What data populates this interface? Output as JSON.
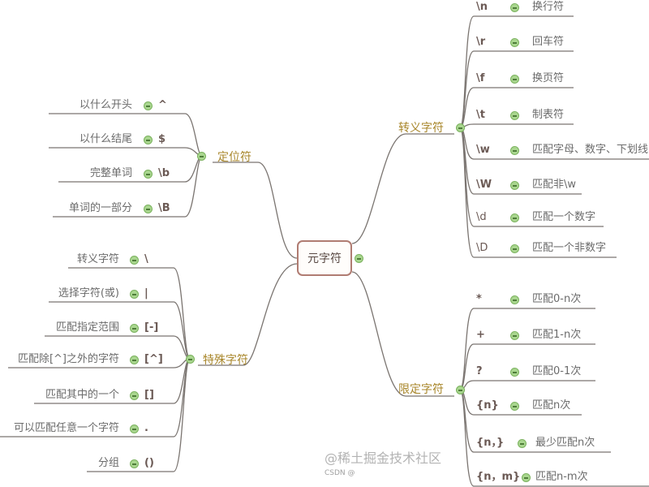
{
  "root": {
    "label": "元字符"
  },
  "branches": {
    "anchors": {
      "label": "定位符",
      "items": [
        {
          "key": "^",
          "label": "以什么开头"
        },
        {
          "key": "$",
          "label": "以什么结尾"
        },
        {
          "key": "\\b",
          "label": "完整单词"
        },
        {
          "key": "\\B",
          "label": "单词的一部分"
        }
      ]
    },
    "special": {
      "label": "特殊字符",
      "items": [
        {
          "key": "\\",
          "label": "转义字符"
        },
        {
          "key": "|",
          "label": "选择字符(或)"
        },
        {
          "key": "[-]",
          "label": "匹配指定范围"
        },
        {
          "key": "[^]",
          "label": "匹配除[^]之外的字符"
        },
        {
          "key": "[]",
          "label": "匹配其中的一个"
        },
        {
          "key": ".",
          "label": "可以匹配任意一个字符"
        },
        {
          "key": "()",
          "label": "分组"
        }
      ]
    },
    "escape": {
      "label": "转义字符",
      "items": [
        {
          "key": "\\n",
          "label": "换行符"
        },
        {
          "key": "\\r",
          "label": "回车符"
        },
        {
          "key": "\\f",
          "label": "换页符"
        },
        {
          "key": "\\t",
          "label": "制表符"
        },
        {
          "key": "\\w",
          "label": "匹配字母、数字、下划线"
        },
        {
          "key": "\\W",
          "label": "匹配非\\w"
        },
        {
          "key": "\\d",
          "label": "匹配一个数字"
        },
        {
          "key": "\\D",
          "label": "匹配一个非数字"
        }
      ]
    },
    "quantifier": {
      "label": "限定字符",
      "items": [
        {
          "key": "*",
          "label": "匹配0-n次"
        },
        {
          "key": "+",
          "label": "匹配1-n次"
        },
        {
          "key": "?",
          "label": "匹配0-1次"
        },
        {
          "key": "{n}",
          "label": "匹配n次"
        },
        {
          "key": "{n，}",
          "label": "最少匹配n次"
        },
        {
          "key": "{n，m}",
          "label": "匹配n-m次"
        }
      ]
    }
  },
  "watermark": {
    "main": "@稀土掘金技术社区",
    "sub": "CSDN @"
  }
}
